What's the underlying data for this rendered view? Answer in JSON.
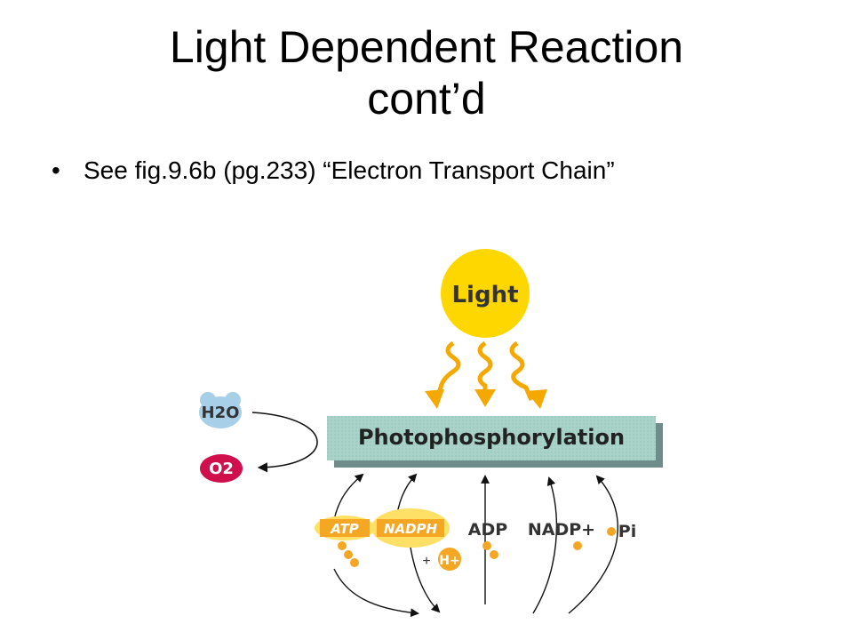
{
  "slide": {
    "title_line1": "Light Dependent Reaction",
    "title_line2": "cont’d",
    "bullet": "See fig.9.6b (pg.233) “Electron Transport Chain”"
  },
  "diagram": {
    "light": "Light",
    "process": "Photophosphorylation",
    "h2o": "H2O",
    "o2": "O2",
    "atp": "ATP",
    "nadph": "NADPH",
    "adp": "ADP",
    "nadp_plus": "NADP+",
    "pi": "Pi",
    "h_plus": "H+",
    "plus": "+"
  },
  "colors": {
    "light_yellow": "#FFD700",
    "wavy_arrow": "#F5A800",
    "box_fill": "#A9D3C8",
    "box_shadow": "#6E8C8A",
    "water_blue": "#A8CFE8",
    "oxygen_red": "#D0104C",
    "phosphate_orange": "#F5A623",
    "highlight_yellow": "#FFE066"
  },
  "icons": [
    "light-circle",
    "wavy-arrow",
    "phosphate-dot",
    "curved-arrow"
  ]
}
